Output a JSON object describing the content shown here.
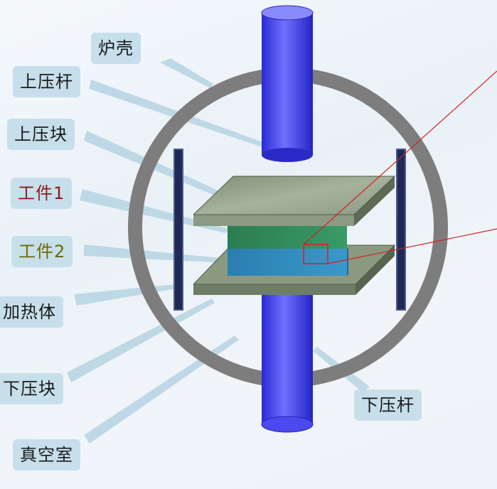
{
  "labels": {
    "furnace_shell": "炉壳",
    "upper_rod": "上压杆",
    "upper_block": "上压块",
    "workpiece1": "工件1",
    "workpiece2": "工件2",
    "heater": "加热体",
    "lower_block": "下压块",
    "vacuum_chamber": "真空室",
    "lower_rod": "下压杆"
  },
  "colors": {
    "label_bg": "#c7dfeb",
    "workpiece1_text": "#8b1a1a",
    "workpiece2_text": "#6b6b00",
    "rod": "#3a3ae8",
    "ring": "#7d7d7d",
    "plate": "#8a9a80",
    "workpiece1": "#2e8a5a",
    "workpiece2": "#2f86b8",
    "heater": "#1e2a55",
    "callout": "#d42020"
  }
}
